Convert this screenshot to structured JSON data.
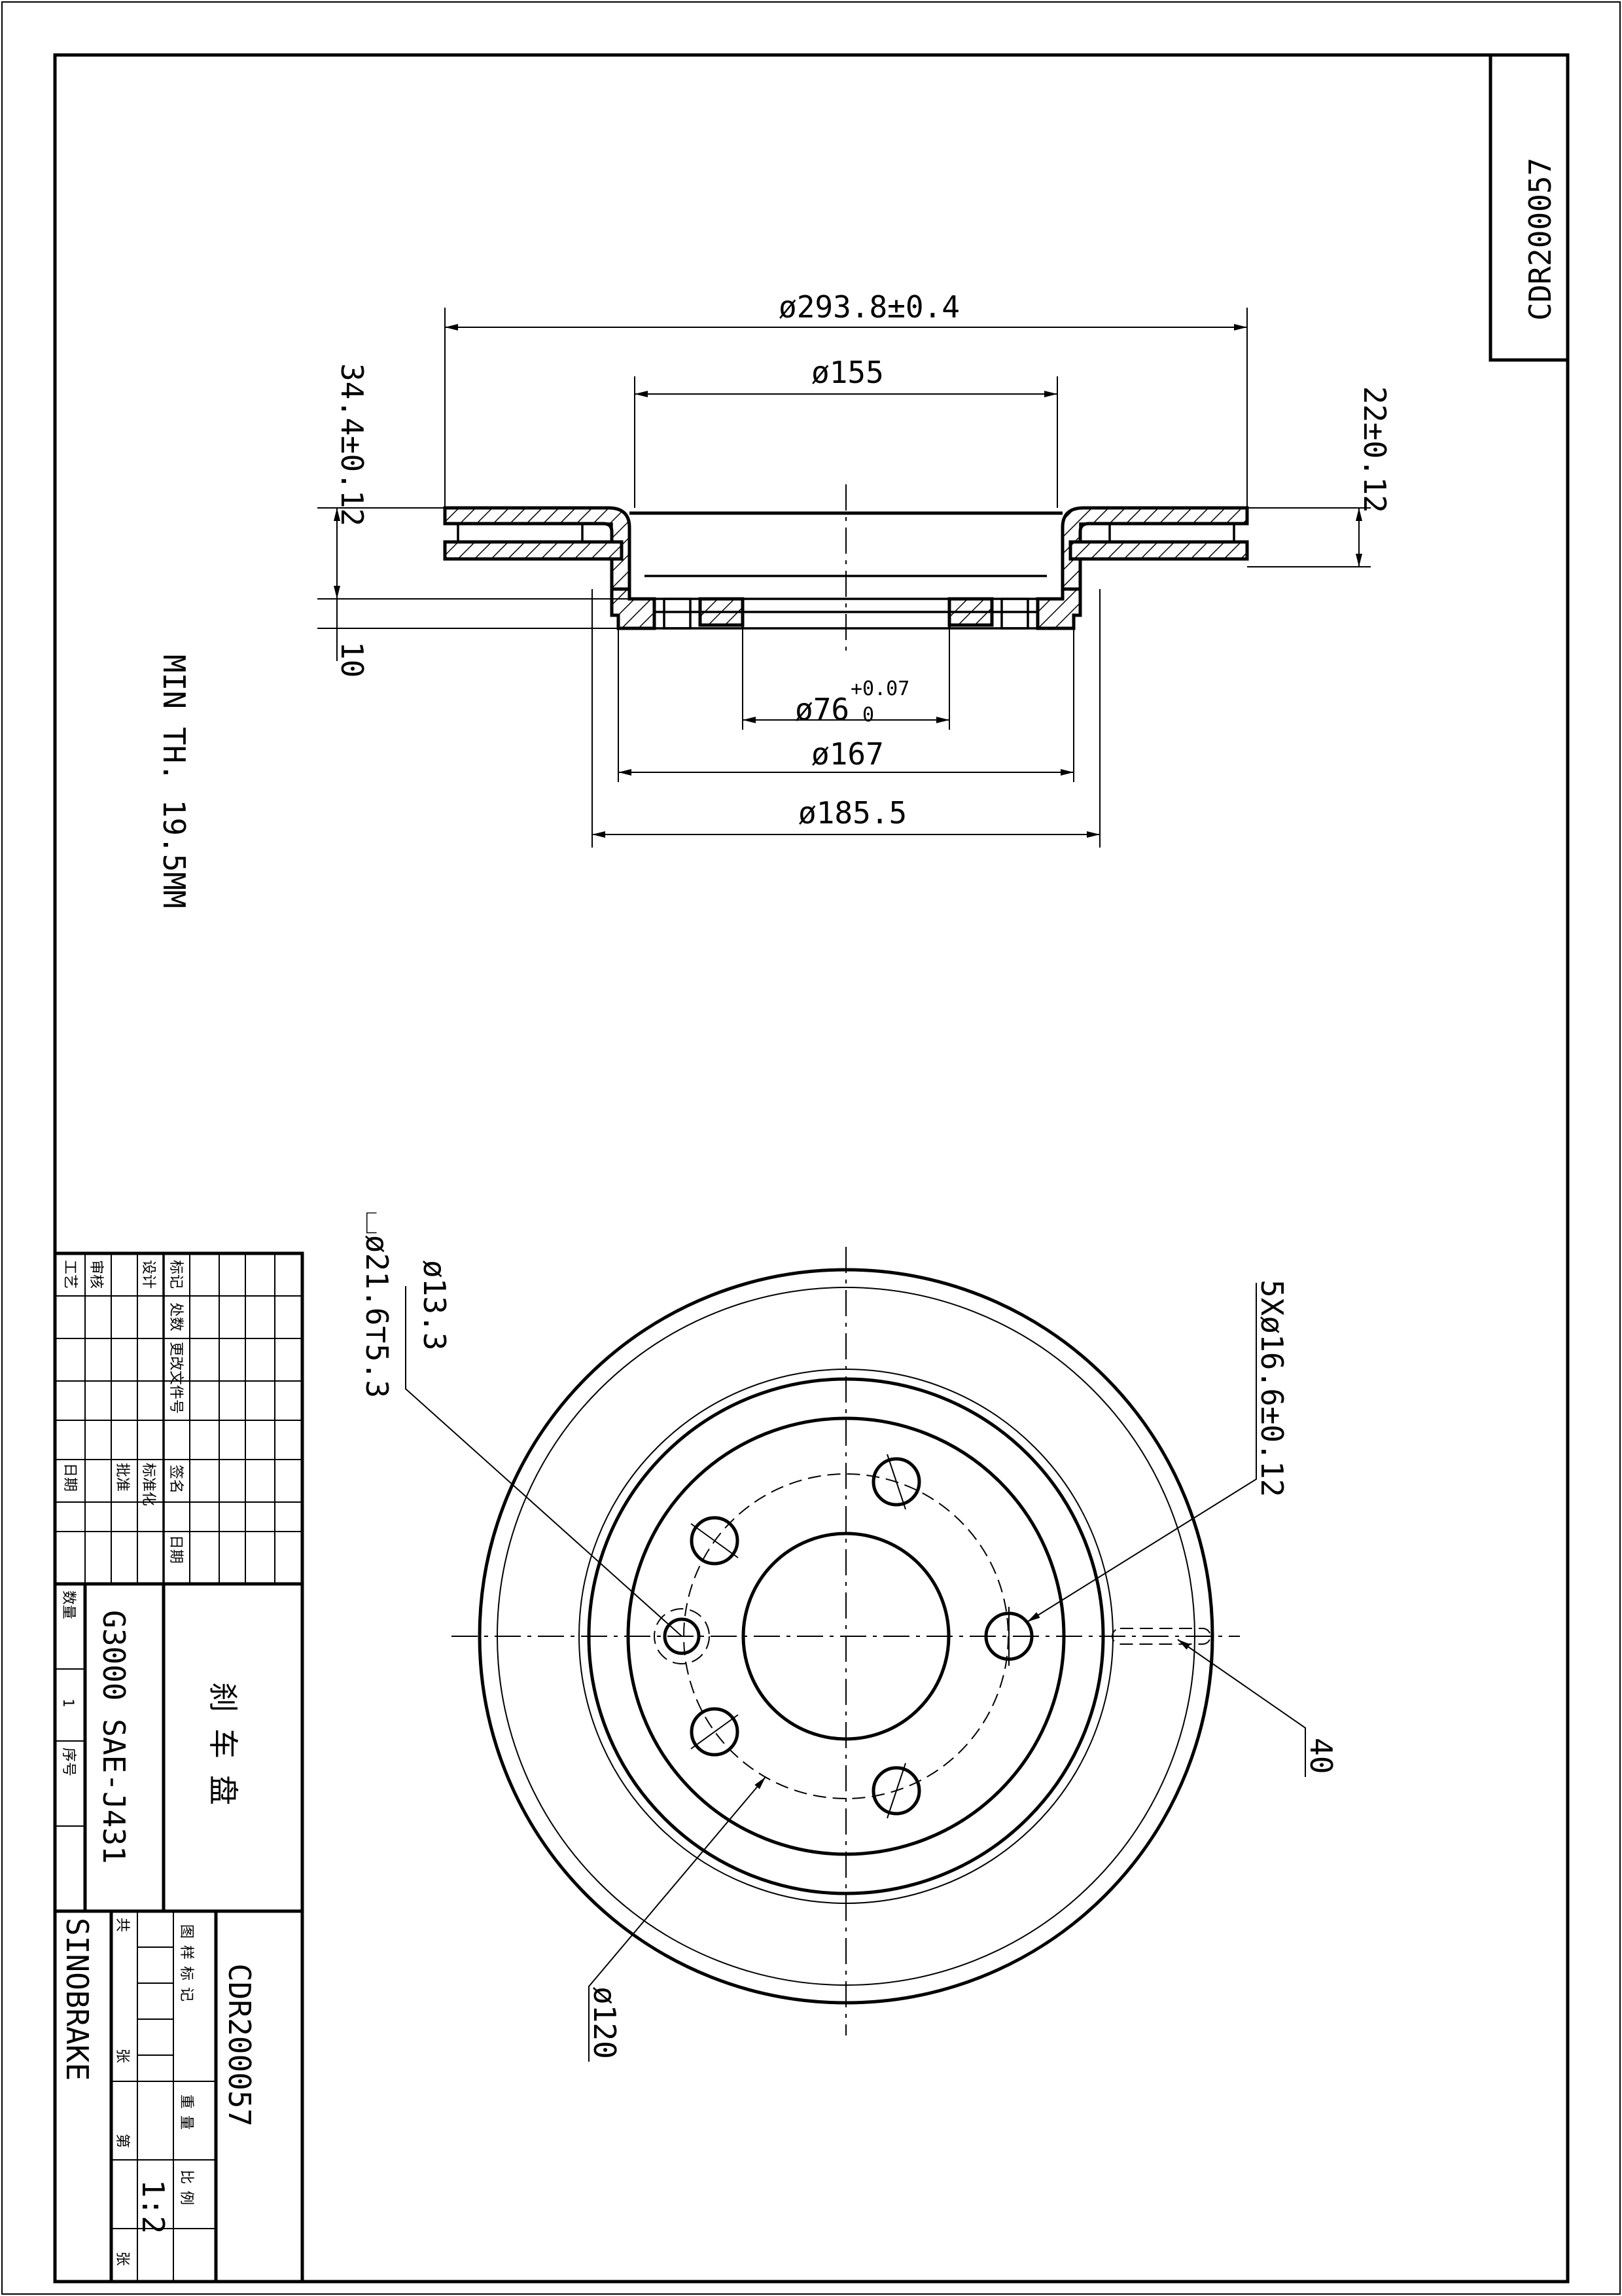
{
  "drawing_number": "CDR200057",
  "section_view": {
    "dia_outer": "ø293.8±0.4",
    "dia_hat": "ø155",
    "height_total": "34.4±0.12",
    "thickness": "22±0.12",
    "hat_flange": "10",
    "dia_center_bore": "ø76",
    "tol_upper": "+0.07",
    "tol_lower": "0",
    "dia_167": "ø167",
    "dia_185": "ø185.5",
    "min_thickness": "MIN TH. 19.5MM"
  },
  "plan_view": {
    "small_hole_dia": "ø13.3",
    "counterbore": "⌴ø21.6⊤5.3",
    "bolt_holes": "5Xø16.6±0.12",
    "slot_dim": "40",
    "pcd": "ø120"
  },
  "title_block": {
    "part_name": "刹车盘",
    "material": "G3000 SAE-J431",
    "company": "SINOBRAKE",
    "drawing_number": "CDR200057",
    "scale": "1:2",
    "quantity": "1",
    "col_labels": [
      "标记",
      "处数",
      "更改文件号",
      "签名",
      "日期"
    ],
    "row_labels": [
      "设计",
      "标准化",
      "审核",
      "工艺",
      "批准",
      "日期"
    ],
    "block_labels": [
      "图样标记",
      "重量",
      "比例",
      "共",
      "张",
      "第",
      "张"
    ],
    "small_labels": [
      "数量",
      "序号"
    ]
  }
}
